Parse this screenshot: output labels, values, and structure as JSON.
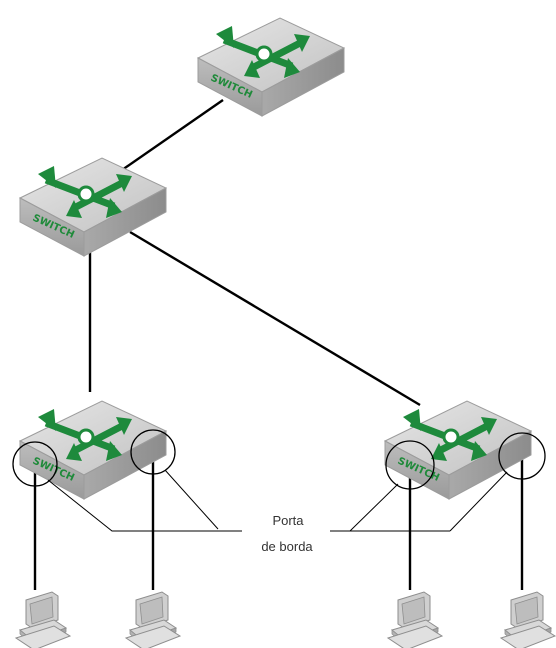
{
  "switches": [
    {
      "label": "SWITCH"
    },
    {
      "label": "SWITCH"
    },
    {
      "label": "SWITCH"
    },
    {
      "label": "SWITCH"
    }
  ],
  "callout": {
    "line1": "Porta",
    "line2": "de borda"
  },
  "colors": {
    "arrow_green": "#1e8a3c",
    "switch_top": "#d4d4d4",
    "switch_side": "#a8a8a8",
    "cable": "#000000"
  },
  "icons": [
    "switch-icon",
    "computer-icon"
  ]
}
